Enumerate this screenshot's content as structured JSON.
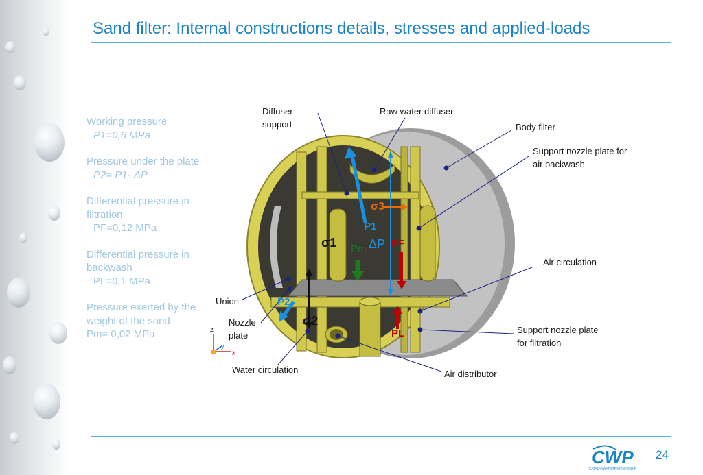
{
  "title": "Sand filter: Internal constructions details, stresses and applied-loads",
  "parameters": {
    "working_pressure_label": "Working pressure",
    "working_pressure_value": "P1=0,6 MPa",
    "pressure_under_plate_label": "Pressure under the plate",
    "pressure_under_plate_value": "P2= P1- ΔP",
    "diff_pressure_filtration_label": "Differential pressure in filtration",
    "diff_pressure_filtration_value": "PF=0,12 MPa",
    "diff_pressure_backwash_label": "Differential pressure in backwash",
    "diff_pressure_backwash_value": "PL=0,1 MPa",
    "sand_weight_label": "Pressure exerted by the weight of the sand",
    "sand_weight_value": "Pm= 0,02 MPa"
  },
  "callouts": {
    "diffuser_support": "Diffuser support",
    "raw_water_diffuser": "Raw water diffuser",
    "body_filter": "Body filter",
    "support_nozzle_plate_air": "Support nozzle plate for air backwash",
    "air_circulation": "Air circulation",
    "union": "Union",
    "nozzle_plate": "Nozzle plate",
    "support_nozzle_plate_filtration": "Support nozzle plate for filtration",
    "water_circulation": "Water circulation",
    "air_distributor": "Air distributor"
  },
  "symbols": {
    "sigma1": "σ1",
    "sigma2": "σ2",
    "sigma3": "σ3",
    "p1": "P1",
    "pm": "Pm",
    "delta_p": "ΔP",
    "pf": "PF",
    "pl": "PL",
    "p2": "P2"
  },
  "axes": {
    "z": "z",
    "x": "x",
    "y": "y"
  },
  "colors": {
    "accent": "#1a84c7",
    "frame": "#cfc94a",
    "sigma3": "#e46c0a",
    "p1": "#1a8fe0",
    "pm": "#1f7a1f",
    "pf": "#c00000"
  },
  "logo_text": "CWP",
  "logo_subtext": "CATALANWATERPARTNERSHIP",
  "page_number": "24"
}
